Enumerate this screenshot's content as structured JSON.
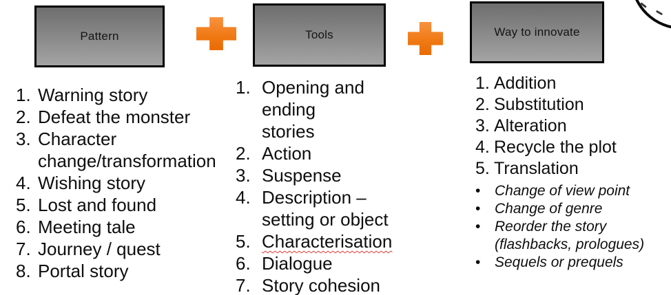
{
  "columns": [
    {
      "id": "pattern",
      "box_label": "Pattern",
      "items": [
        {
          "text": "Warning story"
        },
        {
          "text": "Defeat the monster"
        },
        {
          "text": "Character\nchange/transformation"
        },
        {
          "text": "Wishing story"
        },
        {
          "text": "Lost and found"
        },
        {
          "text": "Meeting tale"
        },
        {
          "text": "Journey / quest"
        },
        {
          "text": "Portal story"
        }
      ]
    },
    {
      "id": "tools",
      "box_label": "Tools",
      "items": [
        {
          "text": "Opening and ending\nstories"
        },
        {
          "text": "Action"
        },
        {
          "text": "Suspense"
        },
        {
          "text": "Description –\nsetting or object"
        },
        {
          "text": "Characterisation",
          "spellcheck_underline": true
        },
        {
          "text": "Dialogue"
        },
        {
          "text": "Story cohesion"
        }
      ]
    },
    {
      "id": "way-to-innovate",
      "box_label": "Way to innovate",
      "items": [
        {
          "text": "Addition"
        },
        {
          "text": "Substitution"
        },
        {
          "text": "Alteration"
        },
        {
          "text": "Recycle the plot"
        },
        {
          "text": "Translation"
        }
      ],
      "sub_bullets": [
        {
          "text": "Change of view point"
        },
        {
          "text": "Change of genre"
        },
        {
          "text": "Reorder the story\n(flashbacks, prologues)"
        },
        {
          "text": "Sequels or prequels"
        }
      ]
    }
  ],
  "connectors": [
    {
      "symbol": "plus"
    },
    {
      "symbol": "plus"
    }
  ],
  "colors": {
    "box_gradient_top": "#6e6e6e",
    "box_gradient_bottom": "#a4a4a4",
    "box_border": "#000000",
    "plus_gradient_top": "#f8913f",
    "plus_gradient_bottom": "#e96a02",
    "spellcheck_underline": "#e0392e",
    "text": "#0e0e0e",
    "background": "#ffffff"
  }
}
